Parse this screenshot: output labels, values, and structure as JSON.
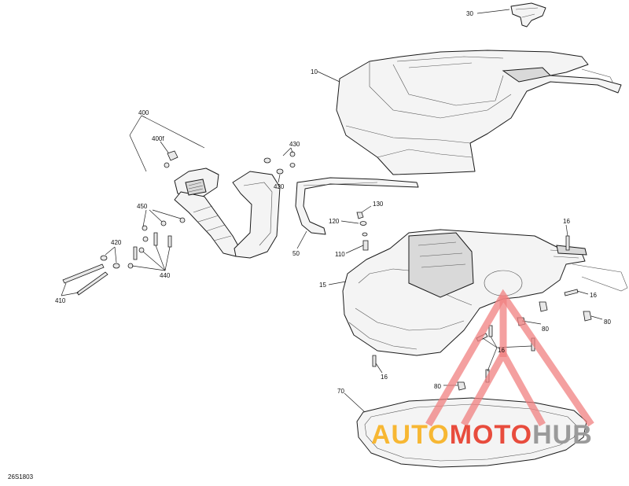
{
  "diagram": {
    "drawing_code": "26S1803",
    "callouts": {
      "c30": "30",
      "c10": "10",
      "c400": "400",
      "c400f": "400f",
      "c430": "430",
      "c420a": "420",
      "c420b": "420",
      "c450": "450",
      "c440": "440",
      "c410": "410",
      "c50": "50",
      "c130": "130",
      "c120": "120",
      "c110": "110",
      "c15": "15",
      "c16a": "16",
      "c16b": "16",
      "c16c": "16",
      "c16d": "16",
      "c80a": "80",
      "c80b": "80",
      "c80c": "80",
      "c70": "70"
    }
  },
  "watermark": {
    "part1": "AUTO",
    "part2": "MOTO",
    "part3": "HUB",
    "colors": {
      "part1": "#f7b733",
      "part2": "#e84c3d",
      "part3": "#9a9a9a",
      "triangle": "#f08080"
    }
  }
}
